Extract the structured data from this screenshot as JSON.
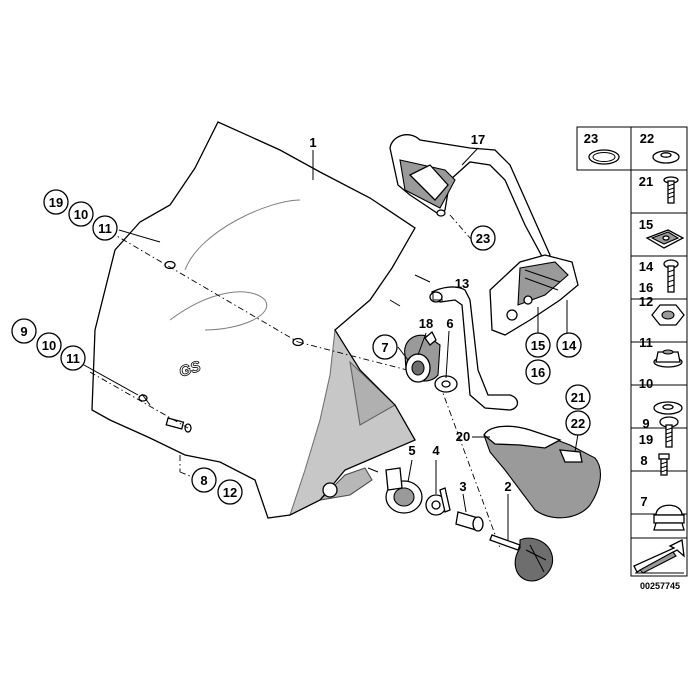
{
  "diagram": {
    "drawing_number": "00257745",
    "callouts": {
      "c1": "1",
      "c2": "2",
      "c3": "3",
      "c4": "4",
      "c5": "5",
      "c6": "6",
      "c7": "7",
      "c8": "8",
      "c9": "9",
      "c10a": "10",
      "c10b": "10",
      "c11a": "11",
      "c11b": "11",
      "c12": "12",
      "c13": "13",
      "c14": "14",
      "c15": "15",
      "c16": "16",
      "c17": "17",
      "c18": "18",
      "c19": "19",
      "c20": "20",
      "c21": "21",
      "c22": "22",
      "c23": "23"
    },
    "legend": {
      "r0a": "23",
      "r0b": "22",
      "r1": "21",
      "r2": "15",
      "r3a": "14",
      "r3b": "16",
      "r4": "12",
      "r5": "11",
      "r6": "10",
      "r7a": "9",
      "r7b": "19",
      "r8": "8",
      "r9": "7"
    },
    "screen_logo": "GS",
    "colors": {
      "ink": "#000000",
      "shade": "#9a9a9a",
      "shade_dark": "#6e6e6e",
      "paper": "#ffffff"
    }
  }
}
